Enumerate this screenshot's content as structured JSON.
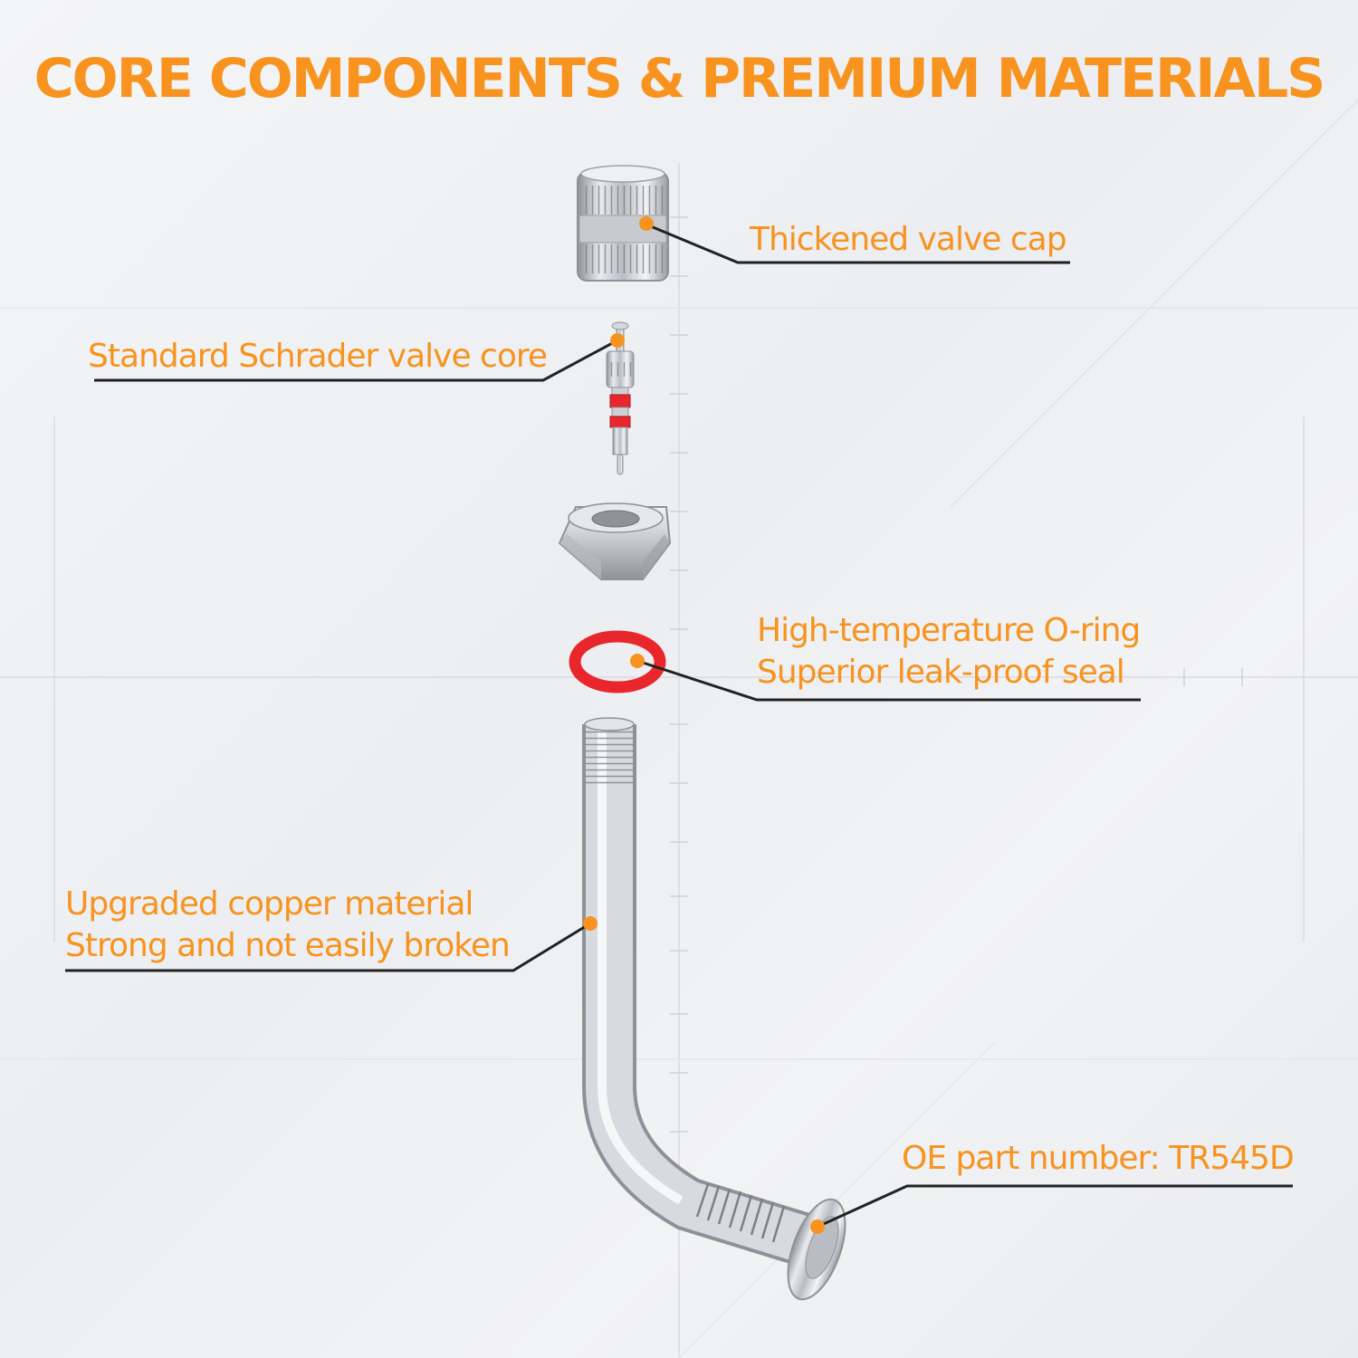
{
  "title": "CORE COMPONENTS & PREMIUM MATERIALS",
  "colors": {
    "accent": "#f7931e",
    "leader": "#222222",
    "metal": "#c9ccd1",
    "oring": "#e8262c"
  },
  "callouts": [
    {
      "id": "valve-cap",
      "lines": [
        "Thickened valve cap"
      ]
    },
    {
      "id": "valve-core",
      "lines": [
        "Standard Schrader valve core"
      ]
    },
    {
      "id": "o-ring",
      "lines": [
        "High-temperature O-ring",
        "Superior leak-proof seal"
      ]
    },
    {
      "id": "stem",
      "lines": [
        "Upgraded copper material",
        "Strong and not easily broken"
      ]
    },
    {
      "id": "part-number",
      "lines": [
        "OE part number: TR545D"
      ]
    }
  ]
}
